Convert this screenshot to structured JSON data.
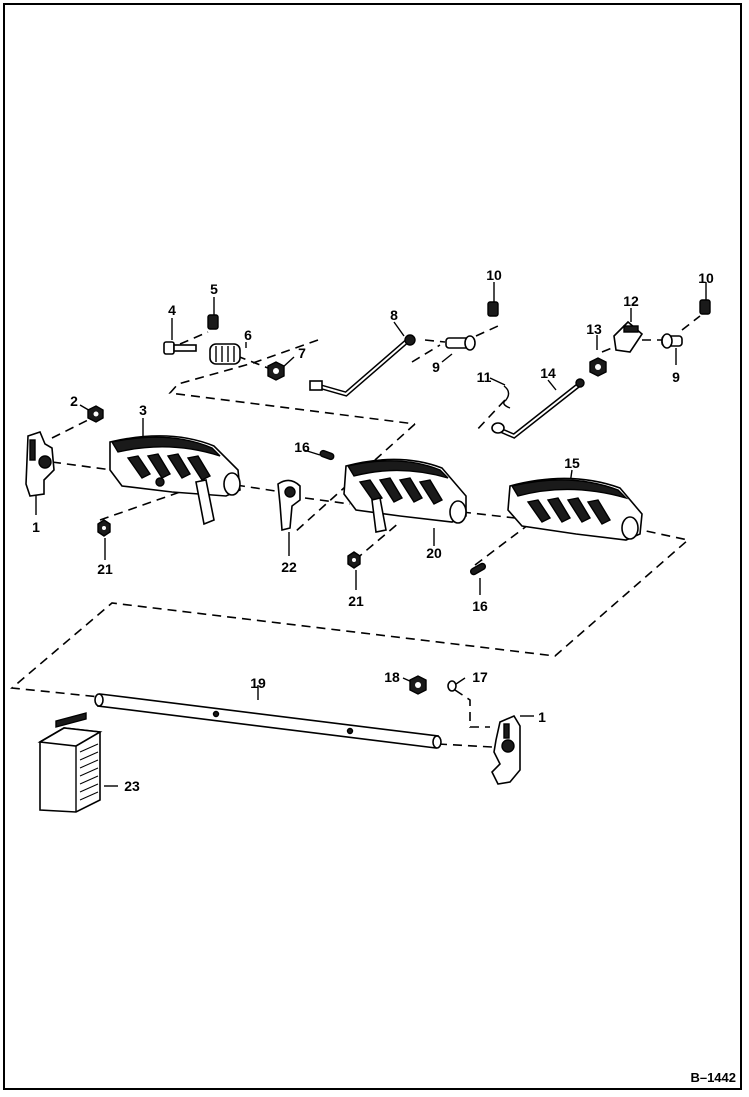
{
  "figure": {
    "reference_code": "B–1442",
    "callouts": [
      {
        "id": "c1a",
        "label": "1"
      },
      {
        "id": "c1b",
        "label": "1"
      },
      {
        "id": "c2",
        "label": "2"
      },
      {
        "id": "c3",
        "label": "3"
      },
      {
        "id": "c4",
        "label": "4"
      },
      {
        "id": "c5",
        "label": "5"
      },
      {
        "id": "c6",
        "label": "6"
      },
      {
        "id": "c7",
        "label": "7"
      },
      {
        "id": "c8",
        "label": "8"
      },
      {
        "id": "c9a",
        "label": "9"
      },
      {
        "id": "c9b",
        "label": "9"
      },
      {
        "id": "c10a",
        "label": "10"
      },
      {
        "id": "c10b",
        "label": "10"
      },
      {
        "id": "c11",
        "label": "11"
      },
      {
        "id": "c12",
        "label": "12"
      },
      {
        "id": "c13",
        "label": "13"
      },
      {
        "id": "c14",
        "label": "14"
      },
      {
        "id": "c15",
        "label": "15"
      },
      {
        "id": "c16a",
        "label": "16"
      },
      {
        "id": "c16b",
        "label": "16"
      },
      {
        "id": "c17",
        "label": "17"
      },
      {
        "id": "c18",
        "label": "18"
      },
      {
        "id": "c19",
        "label": "19"
      },
      {
        "id": "c20",
        "label": "20"
      },
      {
        "id": "c21a",
        "label": "21"
      },
      {
        "id": "c21b",
        "label": "21"
      },
      {
        "id": "c22",
        "label": "22"
      },
      {
        "id": "c23",
        "label": "23"
      }
    ]
  }
}
